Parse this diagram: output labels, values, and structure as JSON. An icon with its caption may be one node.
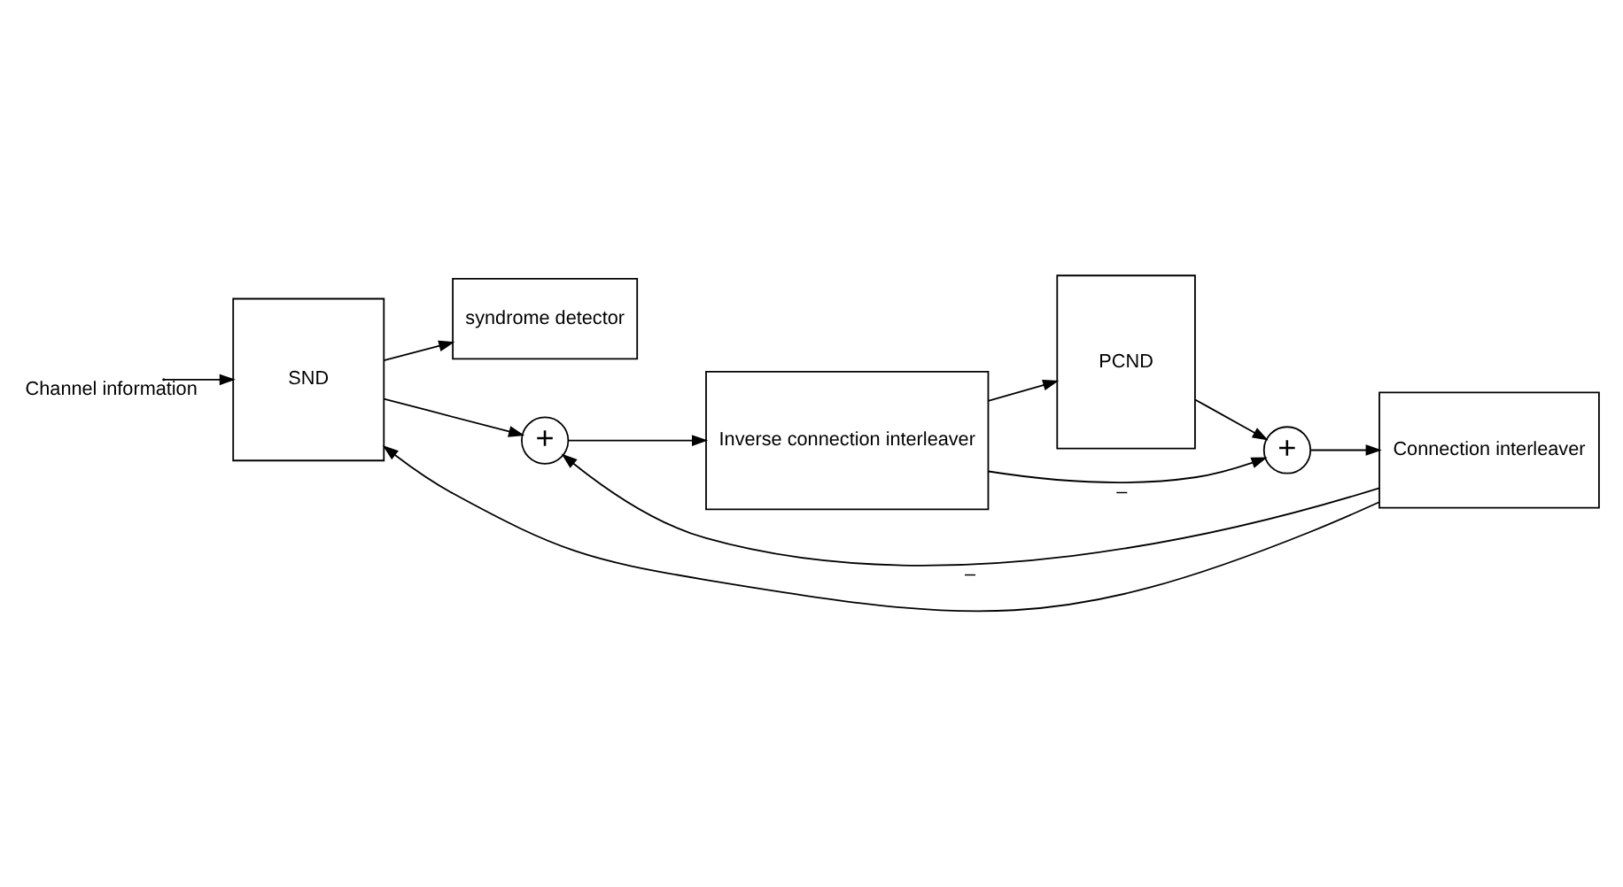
{
  "diagram": {
    "nodes": [
      {
        "text": [
          "SND"
        ]
      },
      {
        "text": [
          "syndrome detector"
        ]
      },
      {
        "text": [
          "+"
        ]
      },
      {
        "text": [
          "Inverse connection interleaver"
        ]
      },
      {
        "text": [
          "PCND"
        ]
      },
      {
        "text": [
          "+"
        ]
      },
      {
        "text": [
          "Connection interleaver"
        ]
      }
    ],
    "edges": [
      {
        "from": null,
        "to": 0,
        "arrow": "to",
        "label": "Channel information"
      },
      {
        "from": 0,
        "to": 1,
        "arrow": "to"
      },
      {
        "from": 0,
        "to": 2,
        "arrow": "to"
      },
      {
        "from": 2,
        "to": 3,
        "arrow": "to"
      },
      {
        "from": 3,
        "to": 4,
        "arrow": "to"
      },
      {
        "from": 3,
        "to": 5,
        "arrow": "to",
        "label": "–"
      },
      {
        "from": 4,
        "to": 5,
        "arrow": "to"
      },
      {
        "from": 5,
        "to": 6,
        "arrow": "to"
      },
      {
        "from": 6,
        "to": 0,
        "arrow": "to"
      },
      {
        "from": 6,
        "to": 2,
        "arrow": "to",
        "label": "–"
      }
    ]
  }
}
